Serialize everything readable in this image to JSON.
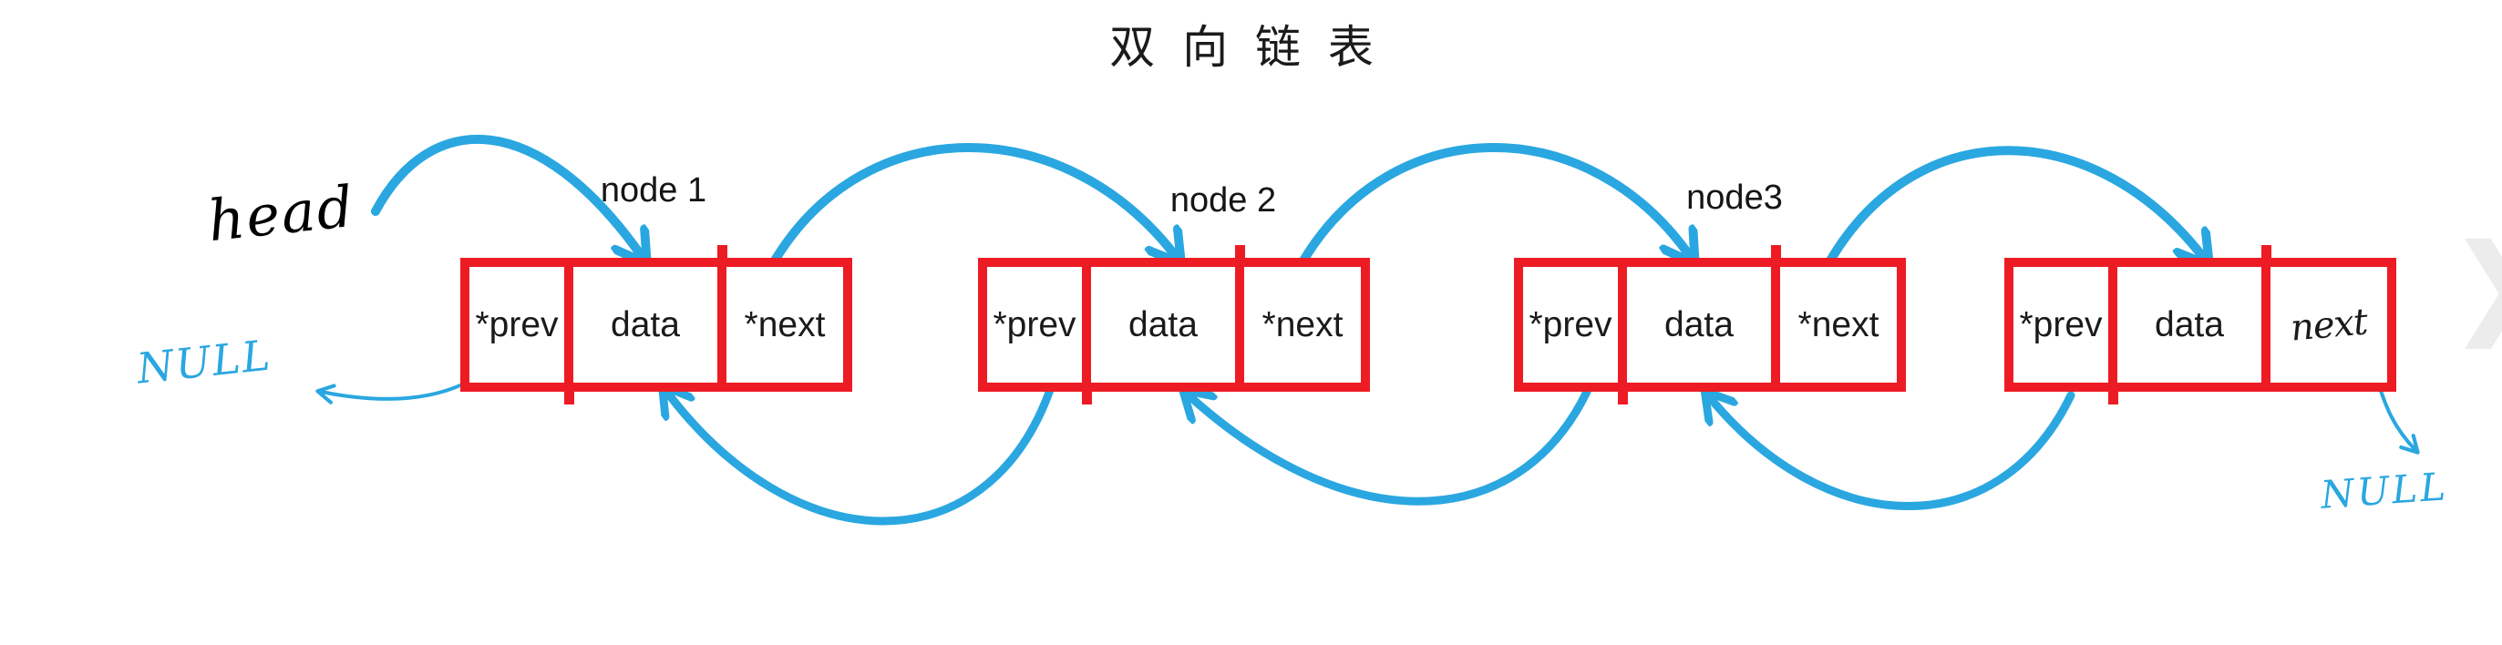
{
  "title": "双 向 链 表",
  "annotations": {
    "head": "head",
    "null_left": "NULL",
    "null_right": "NULL"
  },
  "nodes": [
    {
      "label": "node 1",
      "prev": "*prev",
      "data": "data",
      "next": "*next"
    },
    {
      "label": "node 2",
      "prev": "*prev",
      "data": "data",
      "next": "*next"
    },
    {
      "label": "node3",
      "prev": "*prev",
      "data": "data",
      "next": "*next"
    },
    {
      "label": "",
      "prev": "*prev",
      "data": "data",
      "next": "next",
      "next_is_handwritten": true
    }
  ],
  "edges": [
    {
      "from": "head",
      "to": "node1.data",
      "style": "thick-arc-top"
    },
    {
      "from": "node1.next",
      "to": "node2.data",
      "style": "thick-arc-top"
    },
    {
      "from": "node2.next",
      "to": "node3.data",
      "style": "thick-arc-top"
    },
    {
      "from": "node3.next",
      "to": "node4.data",
      "style": "thick-arc-top"
    },
    {
      "from": "node1.prev",
      "to": "NULL-left",
      "style": "thin-arc-bottom"
    },
    {
      "from": "node2.prev",
      "to": "node1.data",
      "style": "thick-arc-bottom"
    },
    {
      "from": "node3.prev",
      "to": "node2.data",
      "style": "thick-arc-bottom"
    },
    {
      "from": "node4.prev",
      "to": "node3.data",
      "style": "thick-arc-bottom"
    },
    {
      "from": "node4.next",
      "to": "NULL-right",
      "style": "thin-arc-bottom"
    }
  ],
  "colors": {
    "node_border_red": "#ED1C24",
    "arrow_blue": "#2AA7E0",
    "text_black": "#1a1a1a",
    "chevron_gray": "#ececec"
  },
  "icons": {
    "next_chevron": "❯"
  }
}
